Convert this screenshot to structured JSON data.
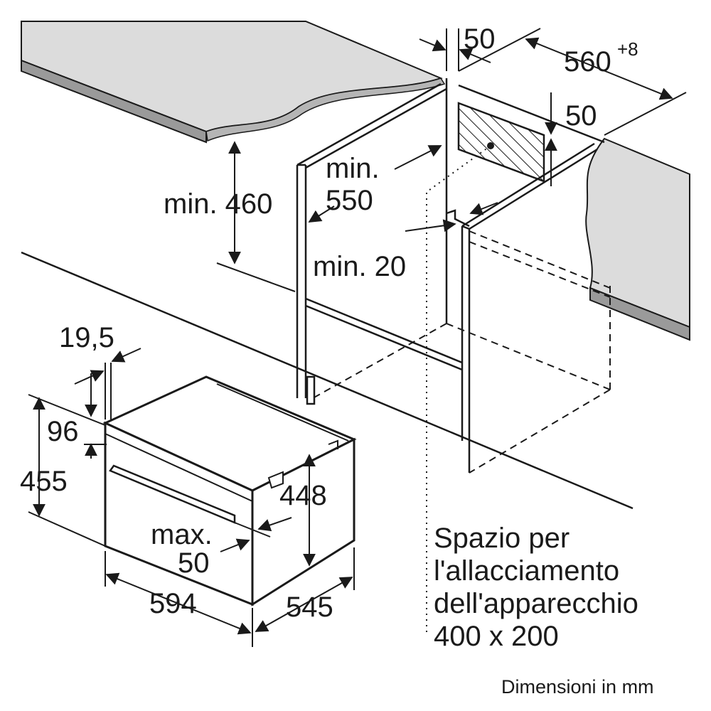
{
  "diagram": {
    "type": "installation-dimensions",
    "colors": {
      "line": "#1a1a1a",
      "countertop": "#dcdcdc",
      "background": "#ffffff"
    },
    "dimensions": {
      "top_gap": "50",
      "width_base": "560",
      "width_tol": "+8",
      "vent_height": "50",
      "min_depth_1": "min.",
      "min_depth_2": "550",
      "min_height": "min. 460",
      "min_gap": "min. 20",
      "front_thickness": "19,5",
      "front_height": "96",
      "total_height": "455",
      "body_height": "448",
      "max_label": "max.",
      "max_value": "50",
      "oven_width": "594",
      "oven_depth": "545"
    },
    "connection_note": [
      "Spazio per",
      "l'allacciamento",
      "dell'apparecchio",
      "400 x 200"
    ],
    "footer": "Dimensioni in mm"
  }
}
